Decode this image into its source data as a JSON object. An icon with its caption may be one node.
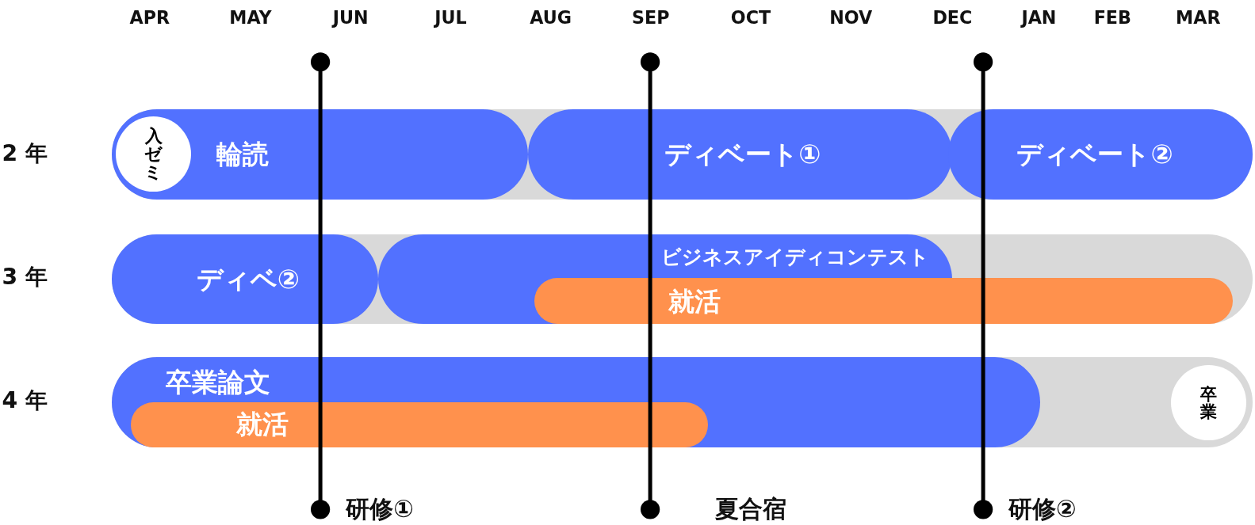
{
  "diagram": {
    "nodes": [
      {
        "text": [],
        "shape": "bar"
      },
      {
        "text": [
          "輪読"
        ],
        "in": 0
      },
      {
        "text": [
          "入ゼミ"
        ],
        "in": 1
      },
      {
        "text": [
          "ディベート①"
        ],
        "in": 0
      },
      {
        "text": [
          "ディベート②"
        ],
        "in": 0
      },
      {
        "text": [],
        "shape": "bar"
      },
      {
        "text": [
          "ディベ②"
        ],
        "in": 5
      },
      {
        "text": [
          "ビジネスアイディコンテスト"
        ],
        "in": 5
      },
      {
        "text": [
          "就活"
        ],
        "in": 5
      },
      {
        "text": [],
        "shape": "bar"
      },
      {
        "text": [
          "卒業論文"
        ],
        "in": 9
      },
      {
        "text": [
          "就活"
        ],
        "in": 10
      },
      {
        "text": [
          "卒業"
        ],
        "in": 9
      }
    ],
    "labels": [
      "APR",
      "MAY",
      "JUN",
      "JUL",
      "AUG",
      "SEP",
      "OCT",
      "NOV",
      "DEC",
      "JAN",
      "FEB",
      "MAR",
      "2年",
      "3年",
      "4年",
      "研修①",
      "夏合宿",
      "研修②"
    ]
  }
}
